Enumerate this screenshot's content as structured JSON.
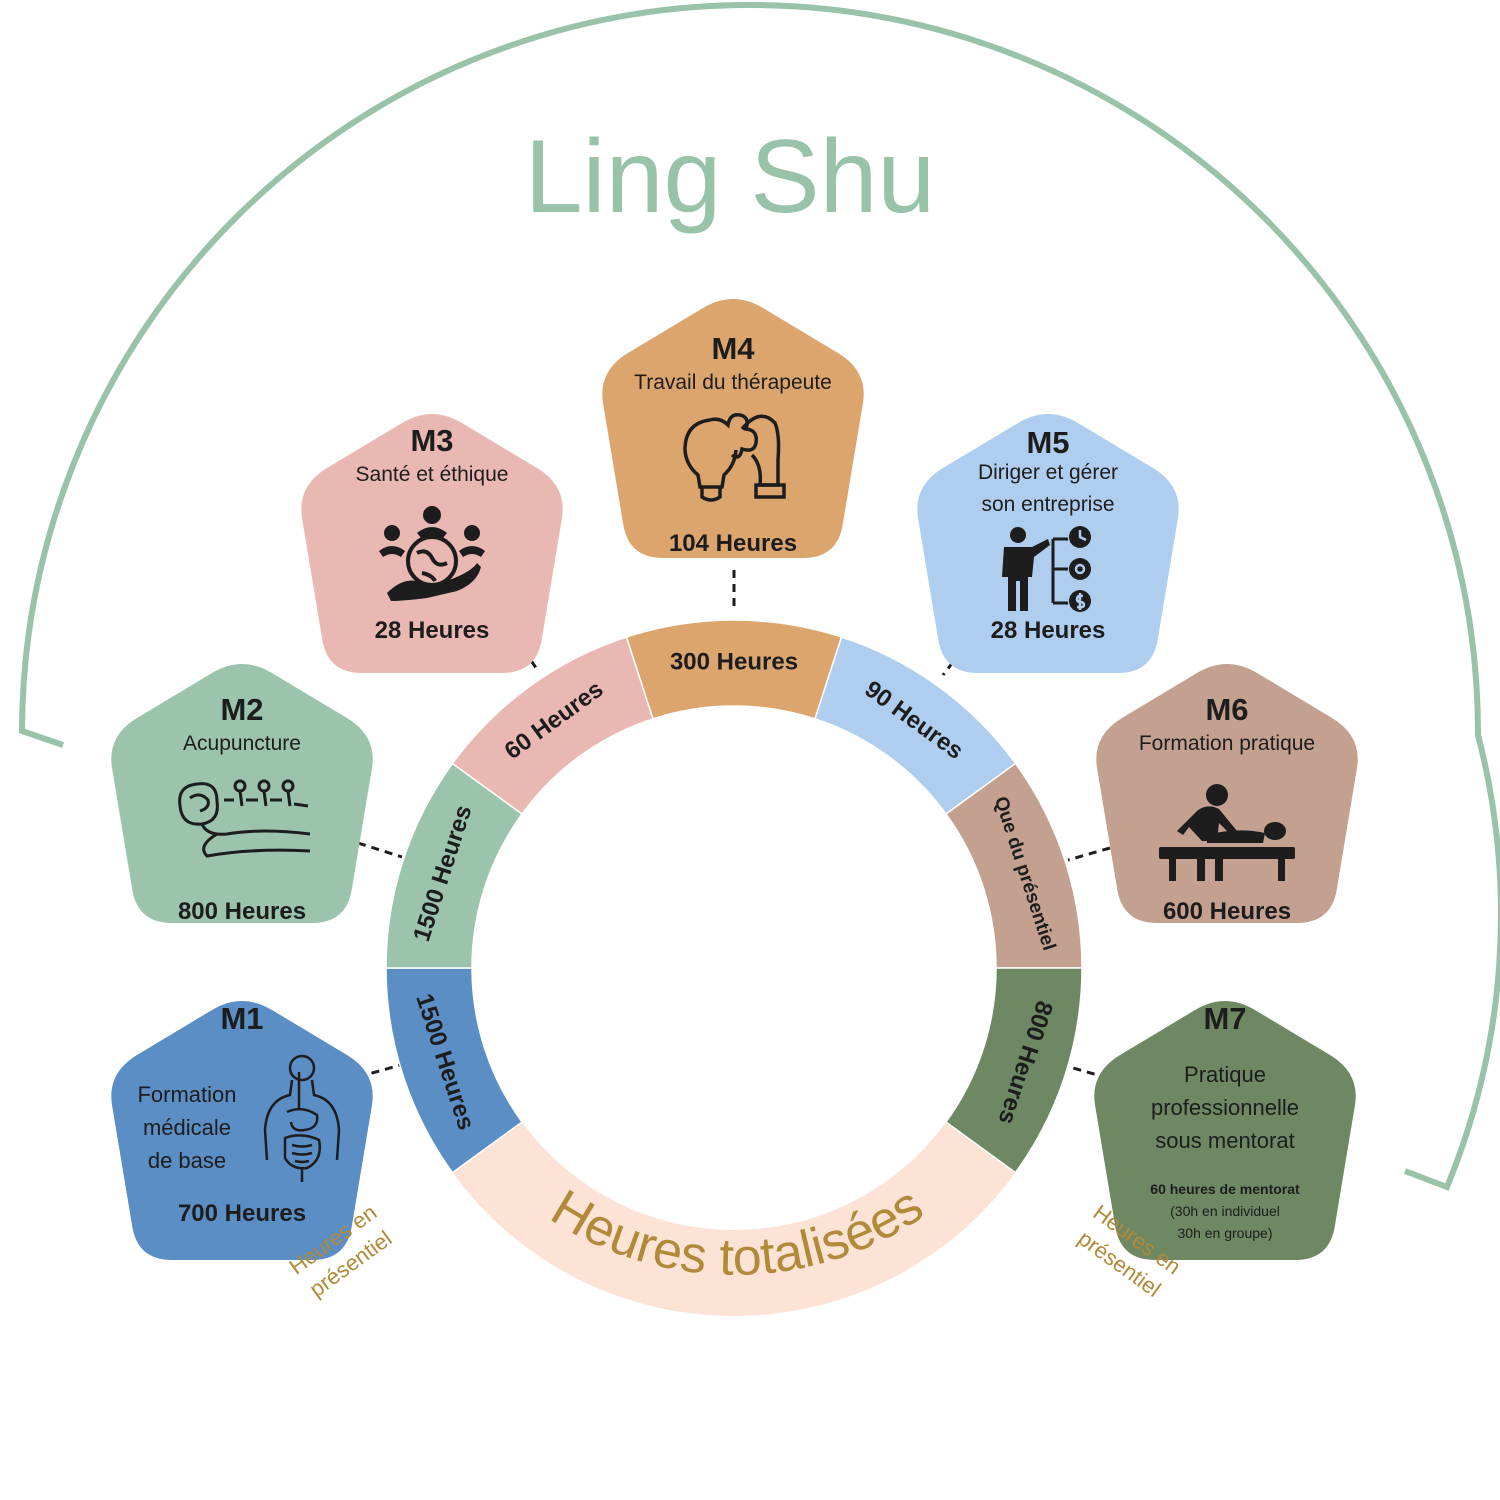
{
  "title": "Ling Shu",
  "colors": {
    "arc": "#98c3a8",
    "m1": "#5b8ec4",
    "m2": "#9cc4ac",
    "m3": "#eab8b2",
    "m4": "#dca56e",
    "m5": "#afcdee",
    "m6": "#c4a090",
    "m7": "#6d8863",
    "total": "#fde3d6",
    "note": "#b08a38"
  },
  "modules": [
    {
      "code": "M1",
      "name_lines": [
        "Formation",
        "médicale",
        "de base"
      ],
      "hours": "700 Heures",
      "icon": "digestive-system-icon"
    },
    {
      "code": "M2",
      "name": "Acupuncture",
      "hours": "800 Heures",
      "icon": "acupuncture-needles-icon"
    },
    {
      "code": "M3",
      "name": "Santé et éthique",
      "hours": "28 Heures",
      "icon": "hand-holding-world-icon"
    },
    {
      "code": "M4",
      "name": "Travail du thérapeute",
      "hours": "104 Heures",
      "icon": "puzzle-bulb-hand-icon"
    },
    {
      "code": "M5",
      "name_lines": [
        "Diriger et gérer",
        "son entreprise"
      ],
      "hours": "28 Heures",
      "icon": "business-manager-icon"
    },
    {
      "code": "M6",
      "name": "Formation pratique",
      "hours": "600 Heures",
      "icon": "massage-table-icon"
    },
    {
      "code": "M7",
      "name_lines": [
        "Pratique",
        "professionnelle",
        "sous mentorat"
      ],
      "hours": "",
      "detail_bold": "60 heures de mentorat",
      "detail_lines": [
        "(30h en individuel",
        "30h en groupe)"
      ]
    }
  ],
  "ring": {
    "segments": [
      {
        "label": "1500 Heures",
        "color": "#5b8ec4"
      },
      {
        "label": "1500 Heures",
        "color": "#9cc4ac"
      },
      {
        "label": "60 Heures",
        "color": "#eab8b2"
      },
      {
        "label": "300 Heures",
        "color": "#dca56e"
      },
      {
        "label": "90 Heures",
        "color": "#afcdee"
      },
      {
        "label": "Que du présentiel",
        "color": "#c4a090"
      },
      {
        "label": "800 Heures",
        "color": "#6d8863"
      }
    ],
    "total_label": "Heures totalisées"
  },
  "notes": {
    "left_lines": [
      "Heures en",
      "présentiel"
    ],
    "right_lines": [
      "Heures en",
      "présentiel"
    ]
  }
}
